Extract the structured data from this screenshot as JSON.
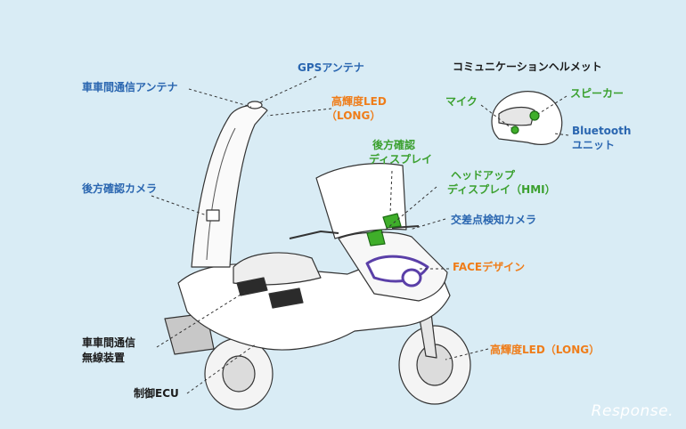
{
  "labels": {
    "gps_antenna": "GPSアンテナ",
    "v2v_antenna": "車車間通信アンテナ",
    "hi_led_top_1": "高輝度LED",
    "hi_led_top_2": "（LONG）",
    "helmet_title": "コミュニケーションヘルメット",
    "mic": "マイク",
    "speaker": "スピーカー",
    "bluetooth_1": "Bluetooth",
    "bluetooth_2": "ユニット",
    "rear_display_1": "後方確認",
    "rear_display_2": "ディスプレイ",
    "rear_camera": "後方確認カメラ",
    "hud_1": "ヘッドアップ",
    "hud_2": "ディスプレイ（HMI）",
    "intersection_camera": "交差点検知カメラ",
    "face_design": "FACEデザイン",
    "v2v_radio_1": "車車間通信",
    "v2v_radio_2": "無線装置",
    "hi_led_bottom": "高輝度LED（LONG）",
    "ecu": "制御ECU"
  },
  "watermark": "Response.",
  "colors": {
    "background": "#d9ecf5",
    "blue_label": "#2a66b0",
    "orange_label": "#ef7d1a",
    "green_label": "#3aa02e",
    "component_green": "#3fae2a",
    "face_purple": "#5a3fa8"
  }
}
